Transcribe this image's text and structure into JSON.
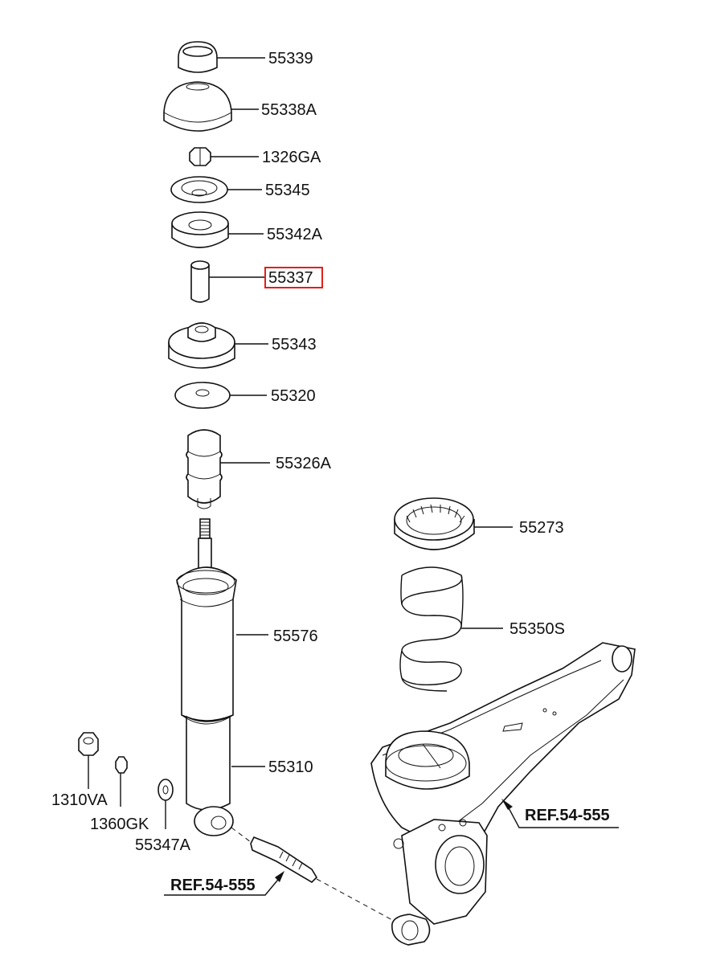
{
  "parts": [
    {
      "id": "p1",
      "label": "55339"
    },
    {
      "id": "p2",
      "label": "55338A"
    },
    {
      "id": "p3",
      "label": "1326GA"
    },
    {
      "id": "p4",
      "label": "55345"
    },
    {
      "id": "p5",
      "label": "55342A"
    },
    {
      "id": "p6",
      "label": "55337",
      "highlighted": true
    },
    {
      "id": "p7",
      "label": "55343"
    },
    {
      "id": "p8",
      "label": "55320"
    },
    {
      "id": "p9",
      "label": "55326A"
    },
    {
      "id": "p10",
      "label": "55273"
    },
    {
      "id": "p11",
      "label": "55350S"
    },
    {
      "id": "p12",
      "label": "55576"
    },
    {
      "id": "p13",
      "label": "55310"
    },
    {
      "id": "p14",
      "label": "1310VA"
    },
    {
      "id": "p15",
      "label": "1360GK"
    },
    {
      "id": "p16",
      "label": "55347A"
    }
  ],
  "references": [
    {
      "id": "ref1",
      "label": "REF.54-555"
    },
    {
      "id": "ref2",
      "label": "REF.54-555"
    }
  ],
  "colors": {
    "line": "#111111",
    "highlight": "#e0201c",
    "background": "#ffffff"
  }
}
